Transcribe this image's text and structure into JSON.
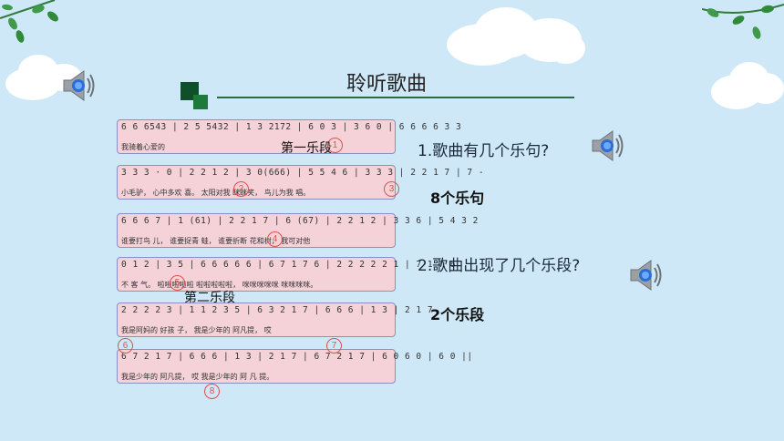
{
  "slide": {
    "title": "聆听歌曲",
    "icons": [
      "speaker-icon",
      "leaf-icon",
      "cloud-icon"
    ],
    "colors": {
      "background": "#cfe8f7",
      "score_fill": "#f4d2d7",
      "circle": "#d9534f",
      "title_mark": "#0f4f2a"
    }
  },
  "score": {
    "rows": [
      {
        "notes": "6 6 6543 | 2 5 5432 | 1 3 2172 | 6 0 3 | 3 6 0 | 6 6 6 6 3 3",
        "lyrics": "                                                    我骑着心爱的"
      },
      {
        "notes": "3 3 3 · 0 | 2 2 1 2 | 3 0(666) | 5 5 4 6 | 3 3 3 | 2 2 1 7 | 7  -",
        "lyrics": "小毛驴，    心中多欢 喜。        太阳对我  眯眯笑，  鸟儿为我  唱。"
      },
      {
        "notes": "6 6 6 7 | 1 (61) | 2 2 1 7 | 6 (67) | 2 2 1 2 | 3 3 6 | 5 4 3 2",
        "lyrics": "谁要打鸟 儿，       谁要捉青  蛙，        谁要折断  花和树，  我可对他"
      },
      {
        "notes": "0 1 2 | 3 5 | 6 6 6 6 6 | 6 7 1 7 6 | 2 2 2 2 2 1 | 7 1 7 6",
        "lyrics": "  不 客  气。 啦啦啦啦啦  啦啦啦啦啦， 咪咪咪咪咪    咪咪咪咪。"
      },
      {
        "notes": "2 2 2 2 3 | 1 1 2 3 5 | 6 3 2 1 7 | 6 6 6 | 1 3 | 2 1 7",
        "lyrics": "我是阿妈的   好孩 子，    我是少年的    阿凡提，   哎"
      },
      {
        "notes": "6 7 2 1 7 | 6 6 6 | 1 3 | 2 1 7 | 6 7 2 1 7 | 6 0 6 0 | 6 0 ||",
        "lyrics": "我是少年的  阿凡提，  哎               我是少年的  阿   凡    提。"
      }
    ],
    "circles": [
      "1",
      "2",
      "3",
      "4",
      "5",
      "6",
      "7",
      "8"
    ],
    "section_labels": {
      "first": "第一乐段",
      "second": "第二乐段"
    }
  },
  "questions": [
    {
      "question": "1.歌曲有几个乐句?",
      "answer": "8个乐句"
    },
    {
      "question": "2.歌曲出现了几个乐段?",
      "answer": "2个乐段"
    }
  ]
}
